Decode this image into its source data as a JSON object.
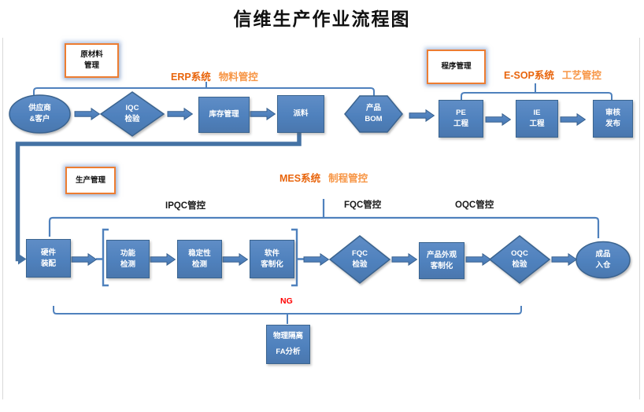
{
  "title": "信维生产作业流程图",
  "colors": {
    "node_blue": "#4f81bd",
    "node_border": "#3a648f",
    "connector_blue": "#4f81bd",
    "thick_line_blue": "#4472a4",
    "tag_border_orange": "#ed7d31",
    "system_orange": "#e8650d",
    "scope_orange": "#f79646",
    "ng_red": "#ff0000"
  },
  "tags": {
    "raw_material": "原材料\n管理",
    "program": "程序管理",
    "production": "生产管理"
  },
  "systems": {
    "erp": {
      "name": "ERP系统",
      "scope": "物料管控"
    },
    "esop": {
      "name": "E-SOP系统",
      "scope": "工艺管控"
    },
    "mes": {
      "name": "MES系统",
      "scope": "制程管控"
    }
  },
  "controls": {
    "ipqc": "IPQC管控",
    "fqc": "FQC管控",
    "oqc": "OQC管控"
  },
  "ng_label": "NG",
  "nodes": {
    "supplier": "供应商\n&客户",
    "iqc": "IQC\n检验",
    "inventory": "库存管理",
    "dispatch": "派料",
    "bom": "产品\nBOM",
    "pe": "PE\n工程",
    "ie": "IE\n工程",
    "release": "审核\n发布",
    "hardware": "硬件\n装配",
    "function_test": "功能\n检测",
    "stability_test": "稳定性\n检测",
    "software": "软件\n客制化",
    "fqc": "FQC\n检验",
    "appearance": "产品外观\n客制化",
    "oqc": "OQC\n检验",
    "warehouse": "成品\n入仓",
    "isolation": "物理隔离\nFA分析"
  }
}
